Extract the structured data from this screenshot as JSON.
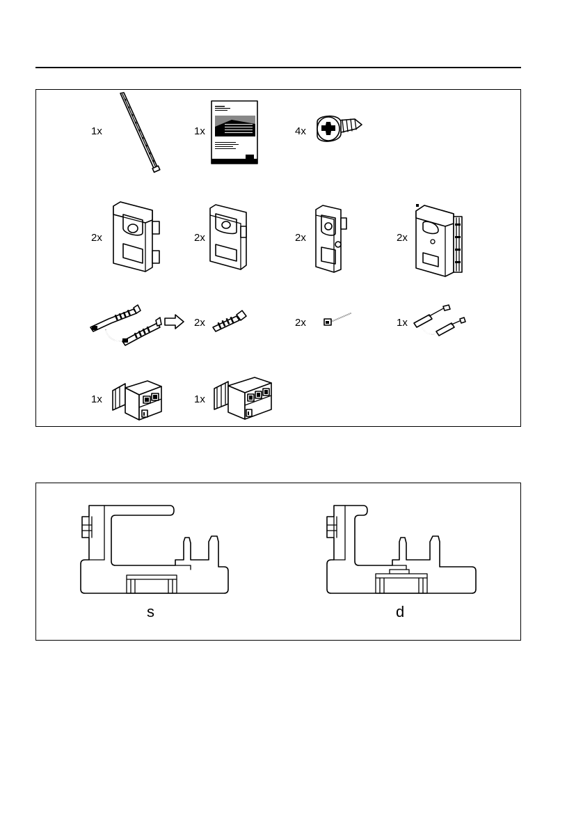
{
  "parts": {
    "row1": [
      {
        "quantity": "1x",
        "icon": "rod-icon"
      },
      {
        "quantity": "1x",
        "icon": "manual-booklet-icon"
      },
      {
        "quantity": "4x",
        "icon": "torx-screw-icon"
      }
    ],
    "row2": [
      {
        "quantity": "2x",
        "icon": "mounting-bracket-a-icon"
      },
      {
        "quantity": "2x",
        "icon": "mounting-bracket-b-icon"
      },
      {
        "quantity": "2x",
        "icon": "mounting-bracket-c-icon"
      },
      {
        "quantity": "2x",
        "icon": "mounting-bracket-d-icon"
      }
    ],
    "row3": [
      {
        "quantity": "",
        "icon": "cable-clip-assembly-icon"
      },
      {
        "quantity": "2x",
        "icon": "cable-clip-icon"
      },
      {
        "quantity": "2x",
        "icon": "pin-icon"
      },
      {
        "quantity": "1x",
        "icon": "bridge-clip-icon"
      }
    ],
    "row4": [
      {
        "quantity": "1x",
        "icon": "connector-2pin-icon"
      },
      {
        "quantity": "1x",
        "icon": "connector-3pin-icon"
      }
    ]
  },
  "profiles": {
    "single": {
      "label": "s",
      "icon": "profile-single-icon"
    },
    "double": {
      "label": "d",
      "icon": "profile-double-icon"
    }
  }
}
